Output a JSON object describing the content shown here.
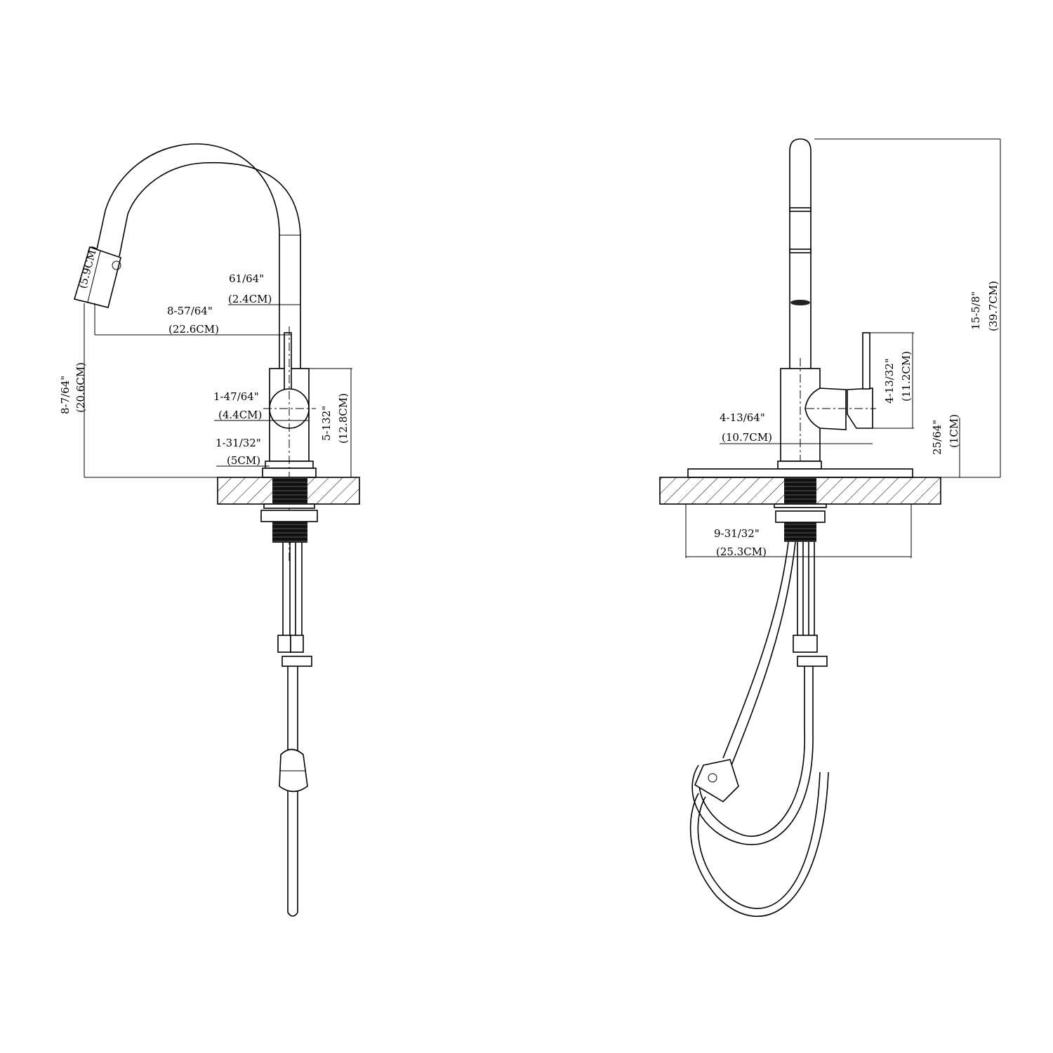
{
  "front_view": {
    "spray_head_length": "(5.9CM)",
    "spout_diameter_in": "61/64\"",
    "spout_diameter_cm": "(2.4CM)",
    "reach_in": "8-57/64\"",
    "reach_cm": "(22.6CM)",
    "spout_height_in": "8-7/64\"",
    "spout_height_cm": "(20.6CM)",
    "handle_diameter_in": "1-47/64\"",
    "handle_diameter_cm": "(4.4CM)",
    "base_diameter_in": "1-31/32\"",
    "base_diameter_cm": "(5CM)",
    "body_height_in": "5-132\"",
    "body_height_cm": "(12.8CM)"
  },
  "side_view": {
    "total_height_in": "15-5/8\"",
    "total_height_cm": "(39.7CM)",
    "handle_height_in": "4-13/32\"",
    "handle_height_cm": "(11.2CM)",
    "handle_reach_in": "4-13/64\"",
    "handle_reach_cm": "(10.7CM)",
    "deck_thickness_in": "25/64\"",
    "deck_thickness_cm": "(1CM)",
    "deck_plate_width_in": "9-31/32\"",
    "deck_plate_width_cm": "(25.3CM)"
  }
}
